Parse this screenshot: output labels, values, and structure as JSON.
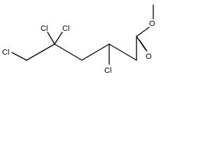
{
  "molecule": {
    "atoms": {
      "cl_terminal": "Cl",
      "cl_gem_left": "Cl",
      "cl_gem_right": "Cl",
      "cl_c3": "Cl",
      "o_ester": "O",
      "o_carbonyl": "O"
    },
    "colors": {
      "bond": "#000000",
      "label": "#000000",
      "background": "#ffffff"
    }
  }
}
